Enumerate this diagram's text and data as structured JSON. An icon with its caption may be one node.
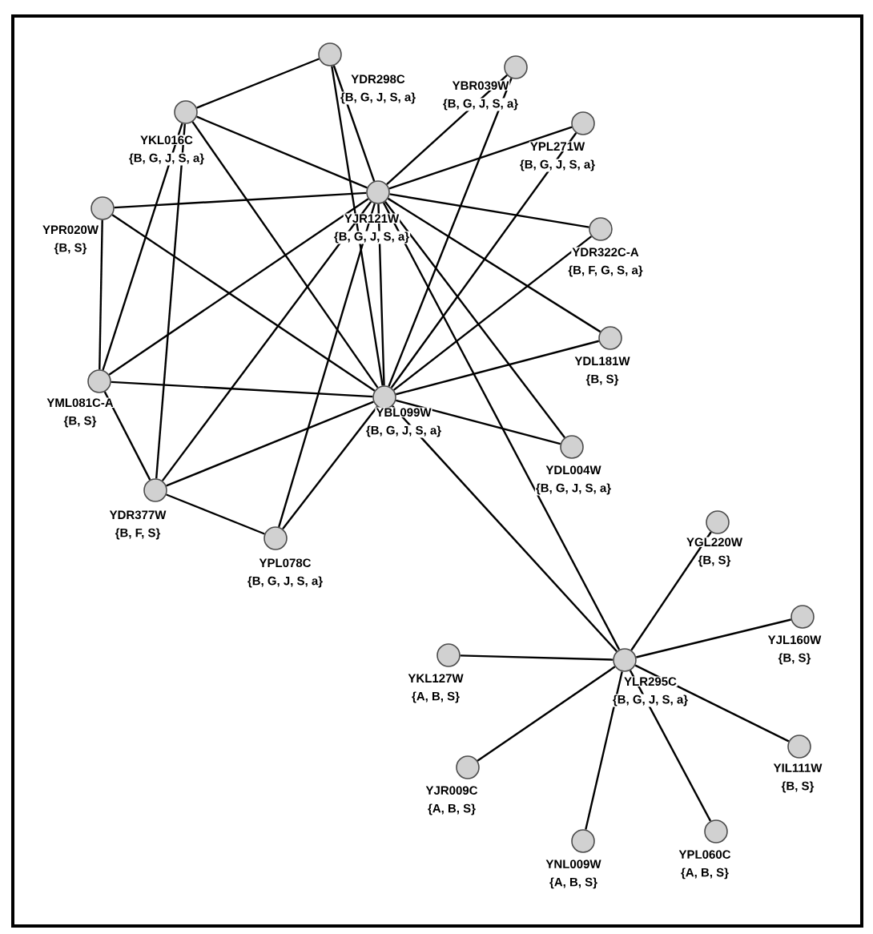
{
  "diagram": {
    "nodes": [
      {
        "text": [
          "YDR298C",
          "{B, G, J, S, a}"
        ]
      },
      {
        "text": [
          "YBR039W",
          "{B, G, J, S, a}"
        ]
      },
      {
        "text": [
          "YKL016C",
          "{B, G, J, S, a}"
        ]
      },
      {
        "text": [
          "YPL271W",
          "{B, G, J, S, a}"
        ]
      },
      {
        "text": [
          "YJR121W",
          "{B, G, J, S, a}"
        ]
      },
      {
        "text": [
          "YPR020W",
          "{B, S}"
        ]
      },
      {
        "text": [
          "YDR322C-A",
          "{B, F, G, S, a}"
        ]
      },
      {
        "text": [
          "YDL181W",
          "{B, S}"
        ]
      },
      {
        "text": [
          "YML081C-A",
          "{B, S}"
        ]
      },
      {
        "text": [
          "YBL099W",
          "{B, G, J, S, a}"
        ]
      },
      {
        "text": [
          "YDL004W",
          "{B, G, J, S, a}"
        ]
      },
      {
        "text": [
          "YDR377W",
          "{B, F, S}"
        ]
      },
      {
        "text": [
          "YPL078C",
          "{B, G, J, S, a}"
        ]
      },
      {
        "text": [
          "YGL220W",
          "{B, S}"
        ]
      },
      {
        "text": [
          "YJL160W",
          "{B, S}"
        ]
      },
      {
        "text": [
          "YLR295C",
          "{B, G, J, S, a}"
        ]
      },
      {
        "text": [
          "YKL127W",
          "{A, B, S}"
        ]
      },
      {
        "text": [
          "YJR009C",
          "{A, B, S}"
        ]
      },
      {
        "text": [
          "YIL111W",
          "{B, S}"
        ]
      },
      {
        "text": [
          "YNL009W",
          "{A, B, S}"
        ]
      },
      {
        "text": [
          "YPL060C",
          "{A, B, S}"
        ]
      }
    ],
    "edges": [
      {
        "from": 4,
        "to": 0,
        "arrow": "none"
      },
      {
        "from": 4,
        "to": 1,
        "arrow": "none"
      },
      {
        "from": 4,
        "to": 2,
        "arrow": "none"
      },
      {
        "from": 4,
        "to": 3,
        "arrow": "none"
      },
      {
        "from": 4,
        "to": 5,
        "arrow": "none"
      },
      {
        "from": 4,
        "to": 6,
        "arrow": "none"
      },
      {
        "from": 4,
        "to": 7,
        "arrow": "none"
      },
      {
        "from": 4,
        "to": 8,
        "arrow": "none"
      },
      {
        "from": 4,
        "to": 9,
        "arrow": "none"
      },
      {
        "from": 4,
        "to": 10,
        "arrow": "none"
      },
      {
        "from": 4,
        "to": 11,
        "arrow": "none"
      },
      {
        "from": 4,
        "to": 12,
        "arrow": "none"
      },
      {
        "from": 4,
        "to": 15,
        "arrow": "none"
      },
      {
        "from": 9,
        "to": 0,
        "arrow": "none"
      },
      {
        "from": 9,
        "to": 1,
        "arrow": "none"
      },
      {
        "from": 9,
        "to": 2,
        "arrow": "none"
      },
      {
        "from": 9,
        "to": 3,
        "arrow": "none"
      },
      {
        "from": 9,
        "to": 5,
        "arrow": "none"
      },
      {
        "from": 9,
        "to": 6,
        "arrow": "none"
      },
      {
        "from": 9,
        "to": 7,
        "arrow": "none"
      },
      {
        "from": 9,
        "to": 8,
        "arrow": "none"
      },
      {
        "from": 9,
        "to": 10,
        "arrow": "none"
      },
      {
        "from": 9,
        "to": 11,
        "arrow": "none"
      },
      {
        "from": 9,
        "to": 12,
        "arrow": "none"
      },
      {
        "from": 9,
        "to": 15,
        "arrow": "none"
      },
      {
        "from": 2,
        "to": 0,
        "arrow": "none"
      },
      {
        "from": 2,
        "to": 11,
        "arrow": "none"
      },
      {
        "from": 2,
        "to": 8,
        "arrow": "none"
      },
      {
        "from": 5,
        "to": 8,
        "arrow": "none"
      },
      {
        "from": 8,
        "to": 11,
        "arrow": "none"
      },
      {
        "from": 11,
        "to": 12,
        "arrow": "none"
      },
      {
        "from": 15,
        "to": 13,
        "arrow": "none"
      },
      {
        "from": 15,
        "to": 14,
        "arrow": "none"
      },
      {
        "from": 15,
        "to": 16,
        "arrow": "none"
      },
      {
        "from": 15,
        "to": 17,
        "arrow": "none"
      },
      {
        "from": 15,
        "to": 18,
        "arrow": "none"
      },
      {
        "from": 15,
        "to": 19,
        "arrow": "none"
      },
      {
        "from": 15,
        "to": 20,
        "arrow": "none"
      }
    ]
  }
}
